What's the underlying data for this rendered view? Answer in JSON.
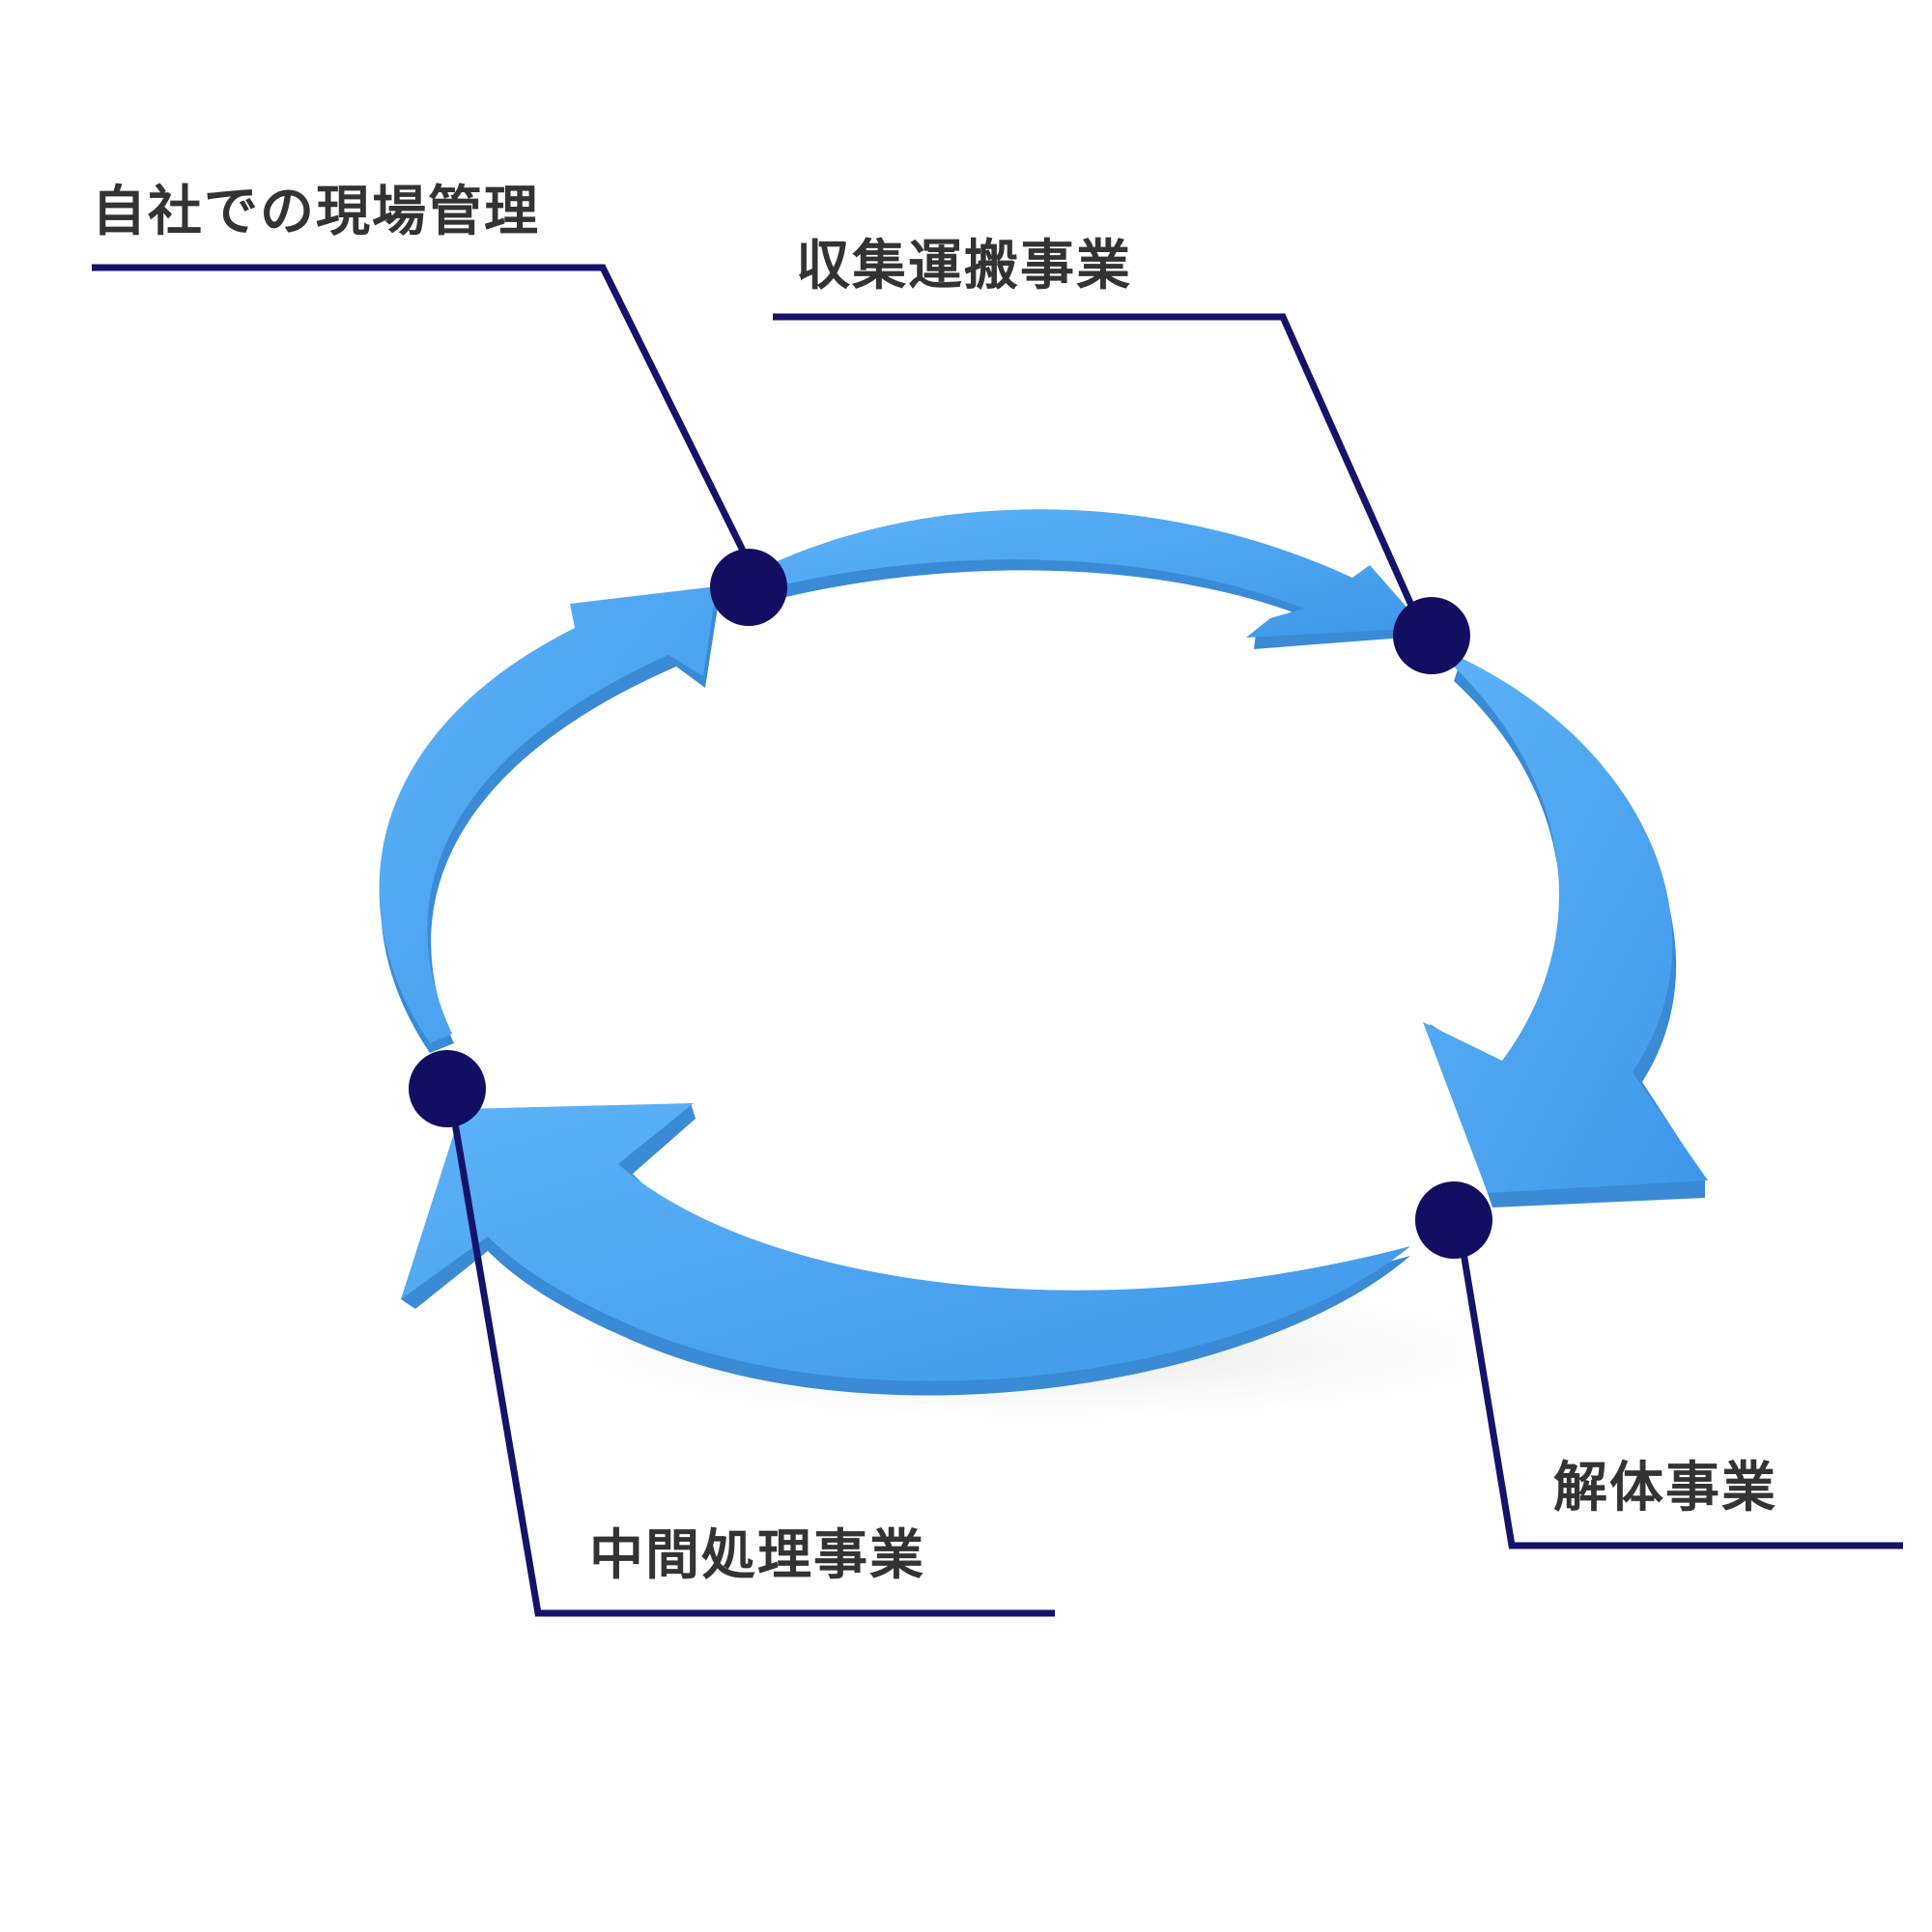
{
  "diagram": {
    "labels": {
      "onsite_management": "自社での現場管理",
      "collection_transport": "収集運搬事業",
      "demolition": "解体事業",
      "intermediate_processing": "中間処理事業"
    },
    "colors": {
      "arrow": "#4ba3f2",
      "arrow_side": "#3a8ad6",
      "callout_line": "#13136a",
      "marker": "#120e62",
      "label_text": "#333333"
    },
    "icons": [
      "cycle-arrows-icon",
      "marker-dot-icon"
    ]
  }
}
